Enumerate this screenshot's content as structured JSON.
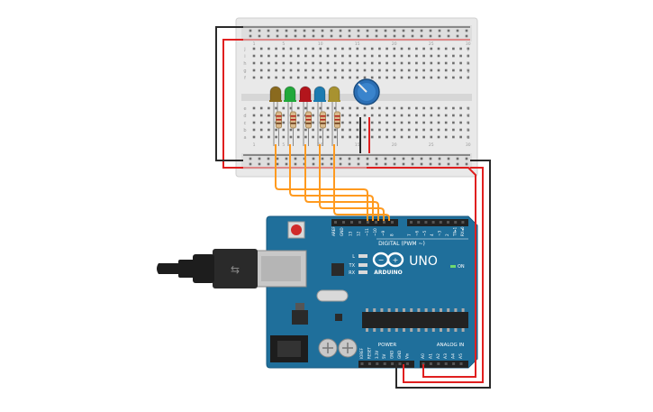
{
  "board": {
    "brand": "ARDUINO",
    "model": "UNO",
    "digital_label": "DIGITAL (PWM ~)",
    "power_label": "POWER",
    "analog_label": "ANALOG IN",
    "on_label": "ON",
    "led_labels": {
      "l": "L",
      "tx": "TX",
      "rx": "RX"
    },
    "header_top_left": [
      "AREF",
      "GND",
      "13",
      "12",
      "~11",
      "~10",
      "~9",
      "8"
    ],
    "header_top_right": [
      "7",
      "~6",
      "~5",
      "4",
      "~3",
      "2",
      "TX▸1",
      "RX◂0"
    ],
    "power_pins": [
      "IOREF",
      "RESET",
      "3.3V",
      "5V",
      "GND",
      "GND",
      "Vin"
    ],
    "analog_pins": [
      "A0",
      "A1",
      "A2",
      "A3",
      "A4",
      "A5"
    ]
  },
  "breadboard": {
    "row_letters_top": [
      "j",
      "i",
      "h",
      "g",
      "f"
    ],
    "row_letters_bottom": [
      "e",
      "d",
      "c",
      "b",
      "a"
    ],
    "column_numbers": [
      "1",
      "5",
      "10",
      "15",
      "20",
      "25",
      "30"
    ]
  },
  "colors": {
    "board": "#1f6f9b",
    "breadboard": "#e9e9e9",
    "wire_orange": "#ff9a1f",
    "wire_red": "#e01f1f",
    "wire_black": "#2a2a2a",
    "led_colors": [
      "#8a6a1e",
      "#21a83a",
      "#b3151c",
      "#1c7bb0",
      "#a89230"
    ],
    "knob": "#2b6fb5"
  },
  "icons": [
    "usb-cable-icon",
    "arduino-logo-icon",
    "potentiometer-icon",
    "led-icon",
    "resistor-icon"
  ]
}
